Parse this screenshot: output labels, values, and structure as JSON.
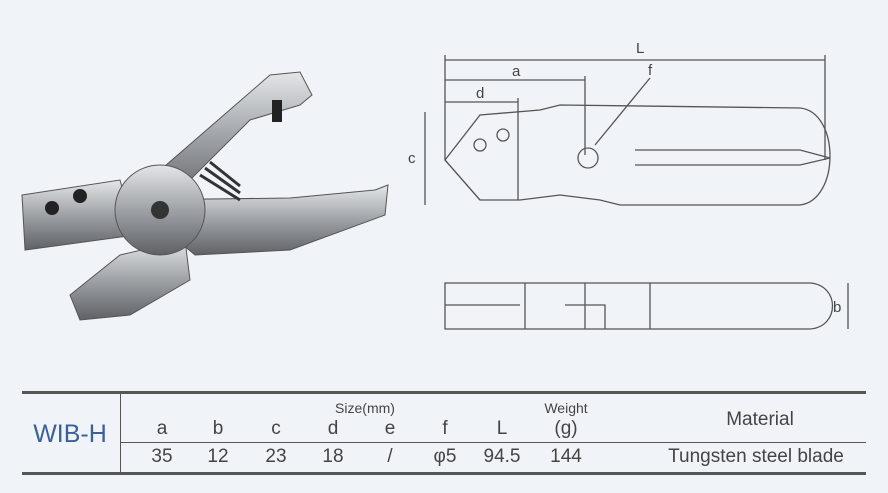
{
  "drawing": {
    "dim_labels": {
      "L": "L",
      "a": "a",
      "d": "d",
      "f": "f",
      "c": "c",
      "b": "b"
    }
  },
  "table": {
    "model": "WIB-H",
    "size_label": "Size(mm)",
    "weight_label": "Weight",
    "weight_unit": "(g)",
    "material_label": "Material",
    "columns": [
      "a",
      "b",
      "c",
      "d",
      "e",
      "f",
      "L"
    ],
    "values": [
      "35",
      "12",
      "23",
      "18",
      "/",
      "φ5",
      "94.5"
    ],
    "weight": "144",
    "material": "Tungsten steel blade",
    "model_color": "#3a5f9a"
  }
}
